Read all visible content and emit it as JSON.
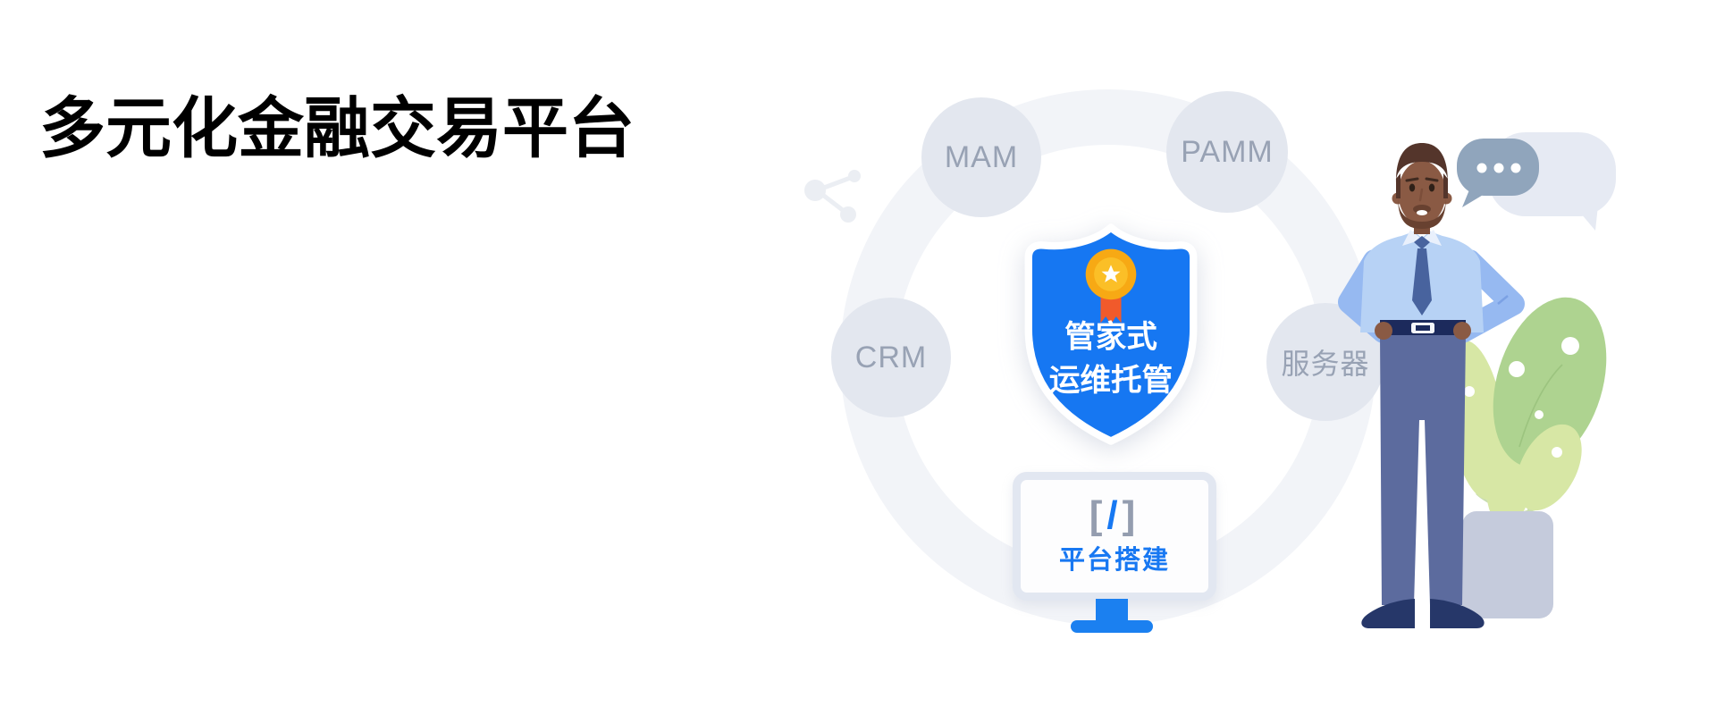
{
  "hero": {
    "title": "多元化金融交易平台"
  },
  "diagram": {
    "nodes": [
      {
        "id": "mam",
        "label": "MAM"
      },
      {
        "id": "pamm",
        "label": "PAMM"
      },
      {
        "id": "crm",
        "label": "CRM"
      },
      {
        "id": "server",
        "label": "服务器"
      }
    ],
    "shield": {
      "line1": "管家式",
      "line2": "运维托管"
    },
    "monitor": {
      "bracket_left": "[",
      "slash": "/",
      "bracket_right": "]",
      "label": "平台搭建"
    }
  },
  "colors": {
    "accent_blue": "#1778f2",
    "shield_blue": "#1677f2",
    "node_fill": "#e3e7ef",
    "node_text": "#98a2b4",
    "ring": "#f2f4f8",
    "monitor_border": "#e2e7f1",
    "medal_gold": "#f7a914",
    "ribbon_orange": "#f15a2b",
    "bubble_dark": "#90a5bc",
    "bubble_light": "#e6eaf3",
    "leaf_green": "#aed390",
    "leaf_light": "#d7e7a5",
    "pot_gray": "#c5cbdc"
  }
}
